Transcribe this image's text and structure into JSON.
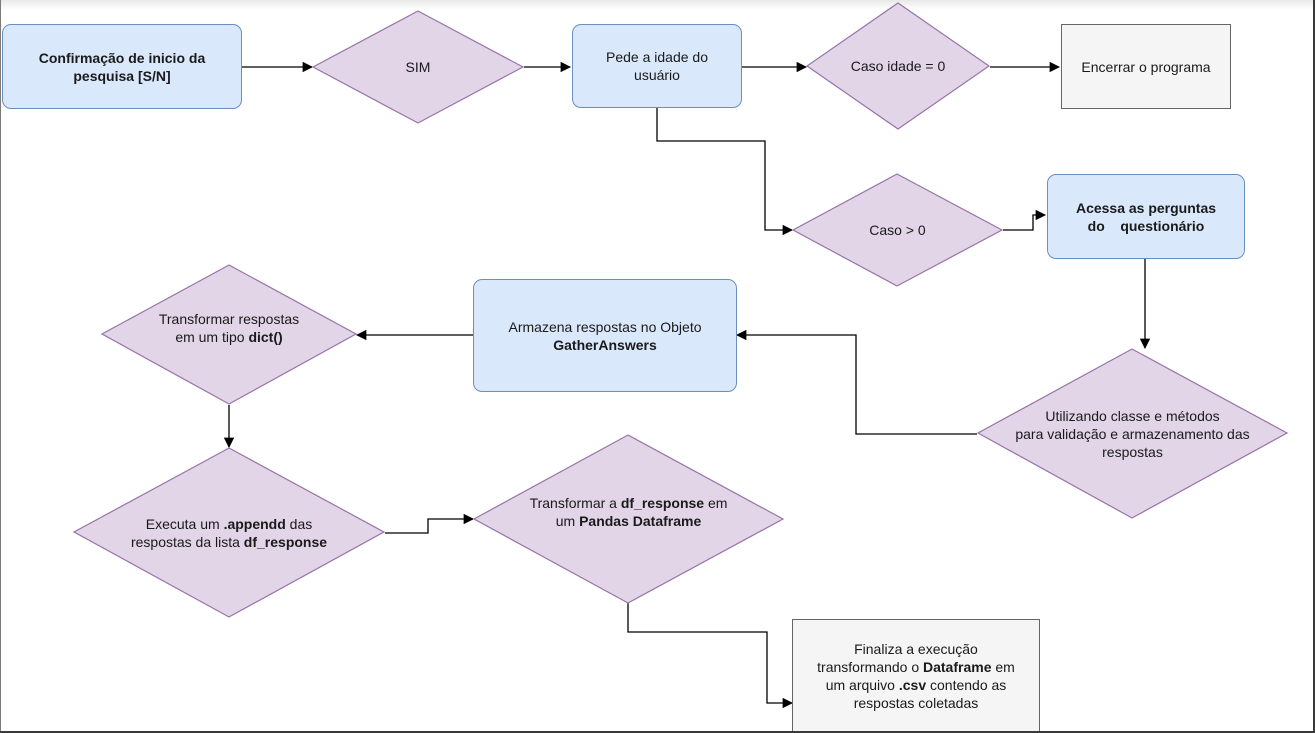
{
  "colors": {
    "process_fill": "#dae8fc",
    "process_stroke": "#6c8ebf",
    "decision_fill": "#e1d5e7",
    "decision_stroke": "#9673a6",
    "terminal_fill": "#f5f5f5",
    "terminal_stroke": "#666666",
    "edge": "#000000"
  },
  "nodes": {
    "start": {
      "text": "Confirmação de inicio da pesquisa [S/N]"
    },
    "sim": {
      "text": "SIM"
    },
    "age": {
      "text": "Pede a idade do usuário"
    },
    "age_zero": {
      "text": "Caso idade = 0"
    },
    "end": {
      "text": "Encerrar o programa"
    },
    "age_pos": {
      "text": "Caso > 0"
    },
    "questions": {
      "text": "Acessa as perguntas do    questionário"
    },
    "validate": {
      "line1": "Utilizando classe e métodos",
      "line2": "para validação e armazenamento das",
      "line3": "respostas"
    },
    "store": {
      "text": "Armazena respostas no Objeto",
      "bold": "GatherAnswers"
    },
    "to_dict": {
      "line1": "Transformar respostas",
      "line2_pre": "em um tipo ",
      "line2_bold": "dict()"
    },
    "append": {
      "l1_pre": "Executa um ",
      "l1_bold": ".appendd",
      "l1_post": " das",
      "l2_pre": "respostas da lista ",
      "l2_bold": "df_response"
    },
    "to_df": {
      "l1_pre": "Transformar a ",
      "l1_bold": "df_response",
      "l1_post": " em",
      "l2_pre": "um ",
      "l2_bold": "Pandas Dataframe"
    },
    "finish": {
      "l1": "Finaliza a execução",
      "l2_pre": "transformando o ",
      "l2_bold": "Dataframe",
      "l2_post": " em",
      "l3_pre": "um arquivo ",
      "l3_bold": ".csv",
      "l3_post": " contendo as",
      "l4": "respostas coletadas"
    }
  }
}
